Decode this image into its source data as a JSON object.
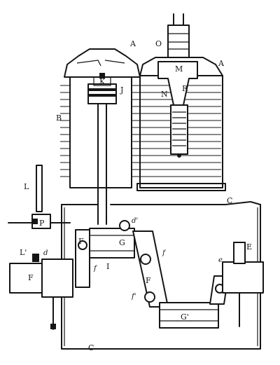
{
  "labels": {
    "A_left": "A",
    "A_right": "A",
    "O": "O",
    "M": "M",
    "K": "K",
    "J": "J",
    "N": "N",
    "R": "R",
    "B": "B",
    "L": "L",
    "P": "P",
    "C_top": "C",
    "C_bottom": "C",
    "d_prime": "d'",
    "G": "G",
    "F_upper": "F",
    "f_upper": "f",
    "I": "I",
    "L_prime": "L'",
    "d": "d",
    "F_left": "F",
    "f_right": "f",
    "F_mid": "F",
    "f_prime": "f'",
    "G_prime": "G'",
    "e": "e",
    "E": "E"
  }
}
